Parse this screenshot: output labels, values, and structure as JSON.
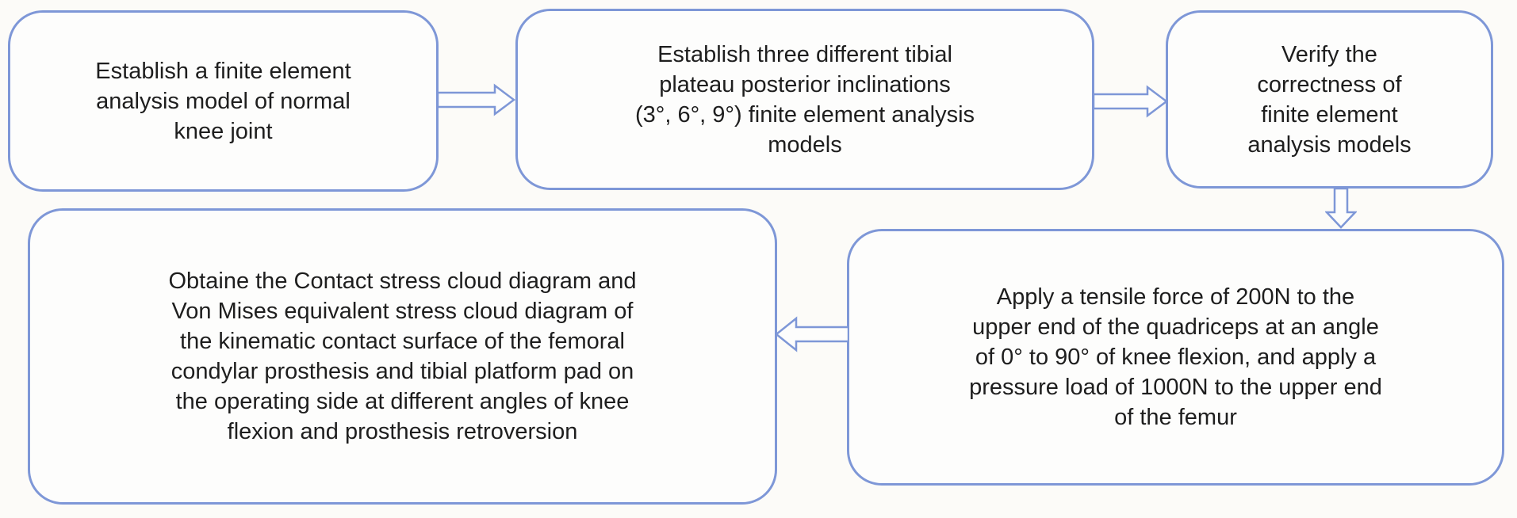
{
  "colors": {
    "border": "#7e97d7",
    "text": "#1e1e1e",
    "background": "#fcfbf8",
    "box_fill": "#fdfdfc"
  },
  "flow": {
    "steps": [
      {
        "id": "step-1",
        "label": "Establish a finite element\nanalysis model of normal\nknee joint"
      },
      {
        "id": "step-2",
        "label": "Establish three different tibial\nplateau posterior inclinations\n(3°, 6°, 9°) finite element analysis\nmodels"
      },
      {
        "id": "step-3",
        "label": "Verify the\ncorrectness of\nfinite element\nanalysis models"
      },
      {
        "id": "step-4",
        "label": "Apply a tensile force of 200N to the\nupper end of the quadriceps at an angle\nof 0° to 90° of knee flexion, and apply a\npressure load of 1000N to the upper end\nof the femur"
      },
      {
        "id": "step-5",
        "label": "Obtaine the Contact stress cloud diagram and\nVon Mises equivalent stress cloud diagram of\nthe kinematic contact surface of the femoral\ncondylar prosthesis and tibial platform pad on\nthe operating side at different angles of knee\nflexion and prosthesis retroversion"
      }
    ],
    "arrows": [
      {
        "from": "step-1",
        "to": "step-2",
        "direction": "right"
      },
      {
        "from": "step-2",
        "to": "step-3",
        "direction": "right"
      },
      {
        "from": "step-3",
        "to": "step-4",
        "direction": "down"
      },
      {
        "from": "step-4",
        "to": "step-5",
        "direction": "left"
      }
    ]
  }
}
